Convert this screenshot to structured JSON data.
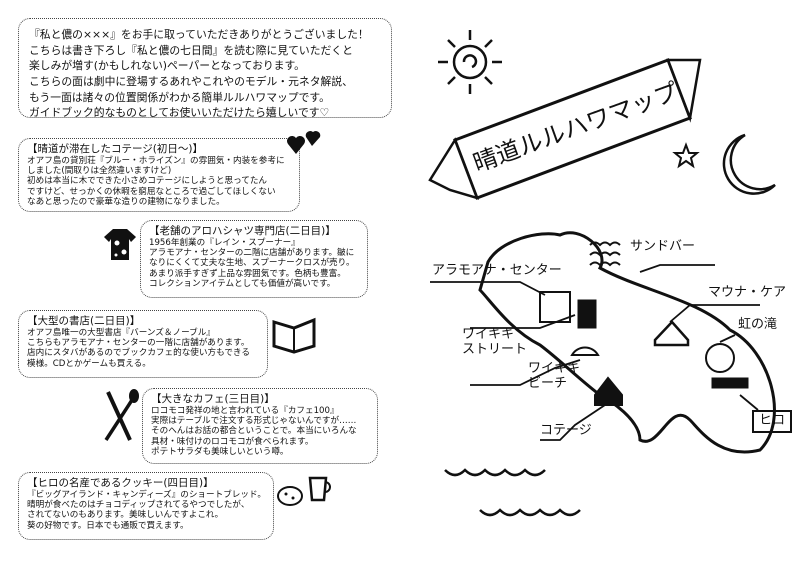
{
  "intro": "『私と儂の×××』をお手に取っていただきありがとうございました！\nこちらは書き下ろし『私と儂の七日間』を読む際に見ていただくと\n楽しみが増す(かもしれない)ペーパーとなっております。\nこちらの面は劇中に登場するあれやこれやのモデル・元ネタ解説、\nもう一面は諸々の位置関係がわかる簡単ルルハワマップです。\nガイドブック的なものとしてお使いいただけたら嬉しいです♡",
  "notes": [
    {
      "title": "【晴道が滞在したコテージ(初日～)】",
      "body": "オアフ島の貸別荘『ブルー・ホライズン』の雰囲気・内装を参考に\nしました(間取りは全然違いますけど)\n初めは本当に木でできた小さめコテージにしようと思ってたん\nですけど、せっかくの休暇を窮屈なところで過ごしてほしくない\nなあと思ったので豪華な造りの建物になりました。"
    },
    {
      "title": "【老舗のアロハシャツ専門店(二日目)】",
      "body": "1956年創業の『レイン・スプーナー』\nアラモアナ・センターの二階に店舗があります。皺に\nなりにくくて丈夫な生地、スプーナークロスが売り。\nあまり派手すぎず上品な雰囲気です。色柄も豊富。\nコレクションアイテムとしても価値が高いです。"
    },
    {
      "title": "【大型の書店(二日目)】",
      "body": "オアフ島唯一の大型書店『バーンズ＆ノーブル』\nこちらもアラモアナ・センターの一階に店舗があります。\n店内にスタバがあるのでブックカフェ的な使い方もできる\n模様。CDとかゲームも買える。"
    },
    {
      "title": "【大きなカフェ(三日目)】",
      "body": "ロコモコ発祥の地と言われている『カフェ100』\n実際はテーブルで注文する形式じゃないんですが……\nそのへんはお話の都合ということで。本当にいろんな\n具材・味付けのロコモコが食べられます。\nポテトサラダも美味しいという噂。"
    },
    {
      "title": "【ヒロの名産であるクッキー(四日目)】",
      "body": "『ビッグアイランド・キャンディーズ』のショートブレッド。\n晴明が食べたのはチョコディップされてるやつでしたが、\nされてないのもあります。美味しいんですよこれ。\n葵の好物です。日本でも通販で買えます。"
    }
  ],
  "map": {
    "title": "晴道ルルハワマップ",
    "labels": {
      "sandbar": "サンドバー",
      "alamoana": "アラモアナ・センター",
      "maunakea": "マウナ・ケア",
      "waikiki_street": "ワイキキ\nストリート",
      "rainbow_falls": "虹の滝",
      "waikiki_beach": "ワイキキ\nビーチ",
      "hilo": "ヒロ",
      "cottage": "コテージ"
    }
  }
}
